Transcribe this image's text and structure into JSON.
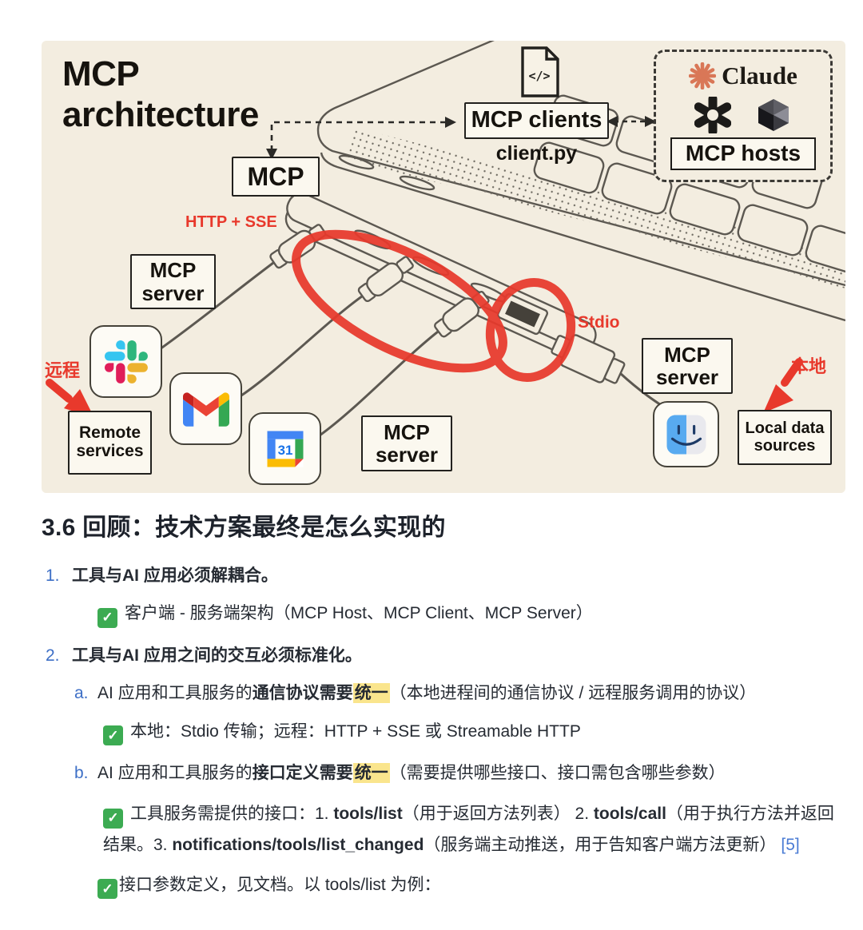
{
  "diagram": {
    "title_line1": "MCP",
    "title_line2": "architecture",
    "mcp_label": "MCP",
    "http_sse_label": "HTTP + SSE",
    "code_file_glyph": "</>",
    "mcp_clients_label": "MCP clients",
    "client_py_label": "client.py",
    "claude_wordmark": "Claude",
    "mcp_hosts_label": "MCP hosts",
    "server_left": {
      "line1": "MCP",
      "line2": "server"
    },
    "server_center": {
      "line1": "MCP",
      "line2": "server"
    },
    "server_right": {
      "line1": "MCP",
      "line2": "server"
    },
    "remote_annotation": "远程",
    "remote_services": {
      "line1": "Remote",
      "line2": "services"
    },
    "stdio_label": "Stdio",
    "local_annotation": "本地",
    "local_data_sources": {
      "line1": "Local data",
      "line2": "sources"
    },
    "calendar_day": "31",
    "colors": {
      "background": "#f3ede0",
      "annotation_red": "#e8392c",
      "claude_rust": "#d97757"
    }
  },
  "article": {
    "heading": "3.6 回顾：技术方案最终是怎么实现的",
    "check_glyph": "✓",
    "item1": {
      "marker": "1.",
      "text": "工具与AI 应用必须解耦合。"
    },
    "item1_check": "客户端 - 服务端架构（MCP Host、MCP Client、MCP Server）",
    "item2": {
      "marker": "2.",
      "text": "工具与AI 应用之间的交互必须标准化。"
    },
    "item2a": {
      "marker": "a.",
      "t1": "AI 应用和工具服务的",
      "bold": "通信协议",
      "bold2": "需要",
      "highlight": "统一",
      "t2": "（本地进程间的通信协议 / 远程服务调用的协议）"
    },
    "item2a_check": "本地：Stdio 传输；远程：HTTP + SSE 或 Streamable HTTP",
    "item2b": {
      "marker": "b.",
      "t1": "AI 应用和工具服务的",
      "bold": "接口定义",
      "bold2": "需要",
      "highlight": "统一",
      "t2": "（需要提供哪些接口、接口需包含哪些参数）"
    },
    "item2b_check": {
      "t1": "工具服务需提供的接口：1. ",
      "b1": "tools/list",
      "t2": "（用于返回方法列表） 2. ",
      "b2": "tools/call",
      "t3": "（用于执行方法并返回结果。3. ",
      "b3": "notifications/tools/list_changed",
      "t4": "（服务端主动推送，用于告知客户端方法更新）",
      "link": "[5]"
    },
    "item_params_check": "接口参数定义，见文档。以 tools/list 为例：",
    "colors": {
      "marker_blue": "#3d6fc6",
      "link_blue": "#4a7bd4",
      "highlight_yellow": "#fae58d"
    }
  }
}
